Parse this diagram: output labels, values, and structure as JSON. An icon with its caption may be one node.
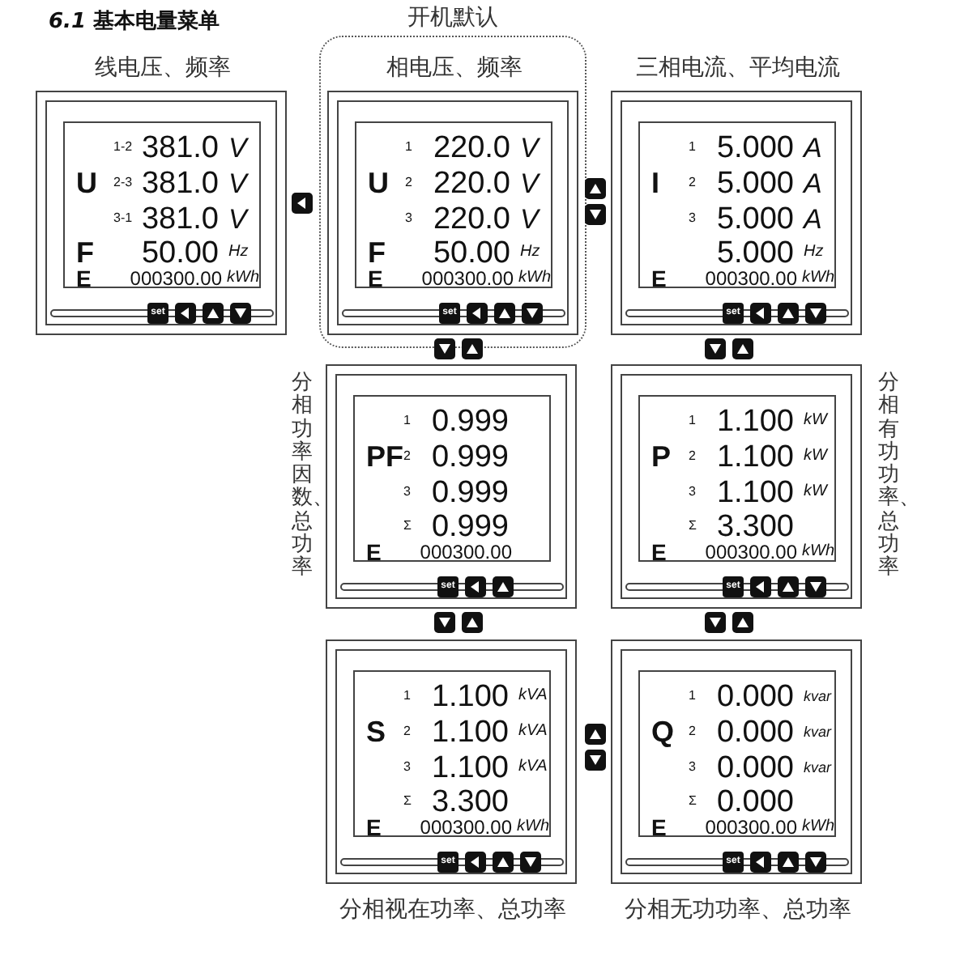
{
  "diagram": {
    "title": "*6.1* 基本电量菜单",
    "nodes": [
      {
        "text": [
          "线电压、频率",
          "1-2",
          "381.0",
          "V",
          "U",
          "2-3",
          "381.0",
          "V",
          "3-1",
          "381.0",
          "V",
          "F",
          "50.00",
          "Hz",
          "E",
          "000300.00",
          "kWh",
          "set"
        ]
      },
      {
        "text": [
          "开机默认"
        ]
      },
      {
        "text": [
          "相电压、频率",
          "1",
          "220.0",
          "V",
          "U",
          "2",
          "220.0",
          "V",
          "3",
          "220.0",
          "V",
          "F",
          "50.00",
          "Hz",
          "E",
          "000300.00",
          "kWh",
          "set"
        ],
        "in": 1
      },
      {
        "text": [
          "三相电流、平均电流",
          "1",
          "5.000",
          "A",
          "I",
          "2",
          "5.000",
          "A",
          "3",
          "5.000",
          "A",
          "5.000",
          "Hz",
          "E",
          "000300.00",
          "kWh",
          "set"
        ]
      },
      {
        "text": [
          "分相功率因数、总功率",
          "1",
          "0.999",
          "PF",
          "2",
          "0.999",
          "3",
          "0.999",
          "Σ",
          "0.999",
          "E",
          "000300.00",
          "set"
        ]
      },
      {
        "text": [
          "分相有功功率、总功率",
          "1",
          "1.100",
          "kW",
          "P",
          "2",
          "1.100",
          "kW",
          "3",
          "1.100",
          "kW",
          "Σ",
          "3.300",
          "E",
          "000300.00",
          "kWh",
          "set"
        ]
      },
      {
        "text": [
          "分相视在功率、总功率",
          "1",
          "1.100",
          "kVA",
          "S",
          "2",
          "1.100",
          "kVA",
          "3",
          "1.100",
          "kVA",
          "Σ",
          "3.300",
          "E",
          "000300.00",
          "kWh",
          "set"
        ]
      },
      {
        "text": [
          "分相无功功率、总功率",
          "1",
          "0.000",
          "kvar",
          "Q",
          "2",
          "0.000",
          "kvar",
          "3",
          "0.000",
          "kvar",
          "Σ",
          "0.000",
          "E",
          "000300.00",
          "kWh",
          "set"
        ]
      }
    ]
  }
}
